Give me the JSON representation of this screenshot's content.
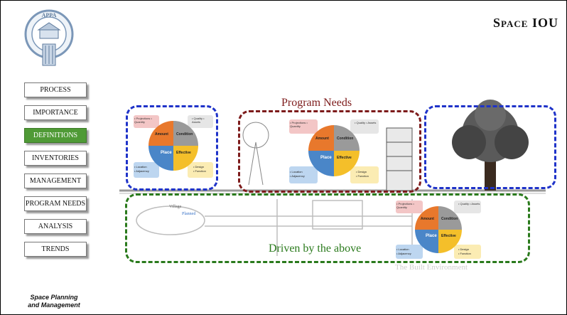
{
  "header": {
    "title": "Space IOU"
  },
  "logo": {
    "text": "APPA"
  },
  "nav": {
    "items": [
      {
        "label": "PROCESS",
        "active": false
      },
      {
        "label": "IMPORTANCE",
        "active": false
      },
      {
        "label": "DEFINITIONS",
        "active": true
      },
      {
        "label": "INVENTORIES",
        "active": false
      },
      {
        "label": "MANAGEMENT",
        "active": false
      },
      {
        "label": "PROGRAM NEEDS",
        "active": false
      },
      {
        "label": "ANALYSIS",
        "active": false
      },
      {
        "label": "TRENDS",
        "active": false
      }
    ]
  },
  "footer": {
    "line1": "Space Planning",
    "line2": "and Management"
  },
  "diagram": {
    "program_needs_label": "Program Needs",
    "driven_label": "Driven by the above",
    "built_env_label": "The Built Environment",
    "wheel": {
      "q1": "Amount",
      "q2": "Condition",
      "q3": "Place",
      "q4": "Effective",
      "tl": "• Projections • Quantity",
      "tr": "• Quality • Assets",
      "bl1": "• Location",
      "bl2": "• Adjacency",
      "br1": "• Design",
      "br2": "• Function"
    },
    "tank": {
      "line1": "Village",
      "line2": "Planned"
    }
  },
  "colors": {
    "active_nav": "#4f9a36",
    "blue_dash": "#1f33c9",
    "maroon_dash": "#7d1b1b",
    "green_dash": "#2a7a1c",
    "orange": "#e8782c",
    "gray": "#9a9a9a",
    "blue": "#4a86c8",
    "yellow": "#f4bf2a"
  }
}
